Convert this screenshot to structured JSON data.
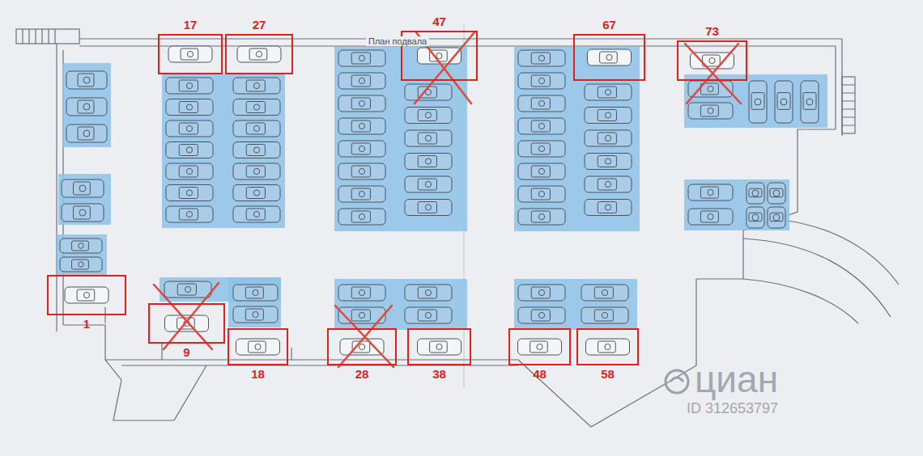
{
  "diagram": {
    "title": "План подвала",
    "nodes": [
      {
        "text": [
          "17"
        ]
      },
      {
        "text": [
          "27"
        ]
      },
      {
        "text": [
          "47"
        ]
      },
      {
        "text": [
          "67"
        ]
      },
      {
        "text": [
          "73"
        ]
      },
      {
        "text": [
          "1"
        ]
      },
      {
        "text": [
          "9"
        ]
      },
      {
        "text": [
          "18"
        ]
      },
      {
        "text": [
          "28"
        ]
      },
      {
        "text": [
          "38"
        ]
      },
      {
        "text": [
          "48"
        ]
      },
      {
        "text": [
          "58"
        ]
      }
    ],
    "labels": [
      "циан",
      "ID 312653797"
    ]
  }
}
